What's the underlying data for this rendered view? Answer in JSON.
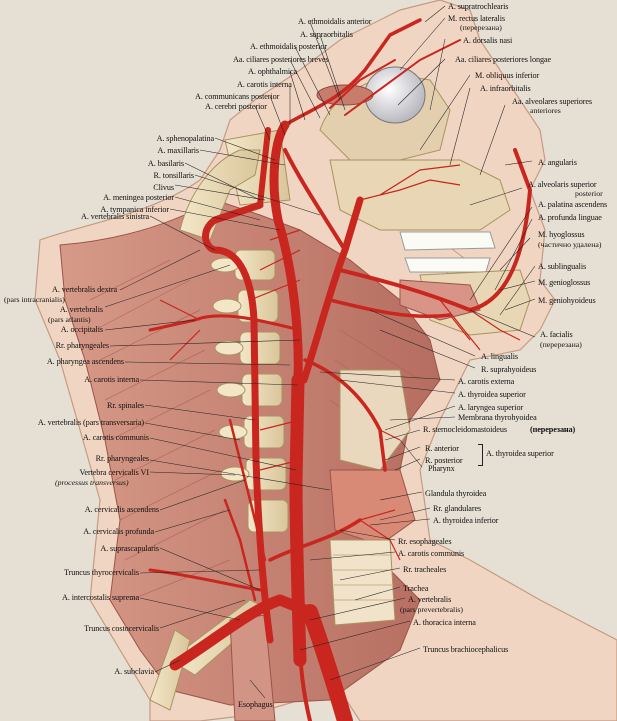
{
  "colors": {
    "artery": "#c8261e",
    "artery_dark": "#8e1510",
    "muscle": "#c98a7a",
    "muscle_dark": "#a9645a",
    "bone": "#ede0c0",
    "skin": "#f1d9c7",
    "leader": "#222222"
  },
  "labels_right": [
    {
      "id": "supratrochlearis",
      "text": "A. supratrochlearis"
    },
    {
      "id": "rectus_lateralis",
      "text": "M. rectus lateralis"
    },
    {
      "id": "rectus_lateralis_note",
      "text": "(перерезана)"
    },
    {
      "id": "dorsalis_nasi",
      "text": "A. dorsalis nasi"
    },
    {
      "id": "ciliares_post_longae",
      "text": "Aa. ciliares posteriores longae"
    },
    {
      "id": "obliquus_inferior",
      "text": "M. obliquus inferior"
    },
    {
      "id": "infraorbitalis",
      "text": "A. infraorbitalis"
    },
    {
      "id": "alveolares_sup_ant",
      "text": "Aa. alveolares superiores"
    },
    {
      "id": "alveolares_sup_ant_2",
      "text": "anteriores"
    },
    {
      "id": "angularis",
      "text": "A. angularis"
    },
    {
      "id": "alveolaris_sup_post",
      "text": "A. alveolaris superior"
    },
    {
      "id": "alveolaris_sup_post_2",
      "text": "posterior"
    },
    {
      "id": "palatina_ascendens",
      "text": "A. palatina ascendens"
    },
    {
      "id": "profunda_linguae",
      "text": "A. profunda linguae"
    },
    {
      "id": "hyoglossus",
      "text": "M. hyoglossus"
    },
    {
      "id": "hyoglossus_note",
      "text": "(частично удалена)"
    },
    {
      "id": "sublingualis",
      "text": "A. sublingualis"
    },
    {
      "id": "genioglossus",
      "text": "M. genioglossus"
    },
    {
      "id": "geniohyoideus",
      "text": "M. geniohyoideus"
    },
    {
      "id": "facialis",
      "text": "A. facialis"
    },
    {
      "id": "facialis_note",
      "text": "(перерезана)"
    },
    {
      "id": "lingualis",
      "text": "A. lingualis"
    },
    {
      "id": "suprahyoideus",
      "text": "R. suprahyoideus"
    },
    {
      "id": "carotis_externa",
      "text": "A. carotis externa"
    },
    {
      "id": "thyroidea_superior",
      "text": "A. thyroidea superior"
    },
    {
      "id": "laryngea_superior",
      "text": "A. laryngea superior"
    },
    {
      "id": "membrana_thyrohyoidea",
      "text": "Membrana thyrohyoidea"
    },
    {
      "id": "sternocleidomastoideus",
      "text": "R. sternocleidomastoideus"
    },
    {
      "id": "sternocleidomastoideus_note",
      "text": "(перерезана)"
    },
    {
      "id": "r_anterior",
      "text": "R. anterior"
    },
    {
      "id": "r_posterior",
      "text": "R. posterior"
    },
    {
      "id": "thyroidea_sup_brace",
      "text": "A. thyroidea superior"
    },
    {
      "id": "pharynx",
      "text": "Pharynx"
    },
    {
      "id": "glandula_thyroidea",
      "text": "Glandula thyroidea"
    },
    {
      "id": "rr_glandulares",
      "text": "Rr. glandulares"
    },
    {
      "id": "thyroidea_inferior",
      "text": "A. thyroidea inferior"
    },
    {
      "id": "rr_esophageales",
      "text": "Rr. esophageales"
    },
    {
      "id": "carotis_communis_r",
      "text": "A. carotis communis"
    },
    {
      "id": "rr_tracheales",
      "text": "Rr. tracheales"
    },
    {
      "id": "trachea",
      "text": "Trachea"
    },
    {
      "id": "vertebralis_prevert",
      "text": "A. vertebralis"
    },
    {
      "id": "vertebralis_prevert_2",
      "text": "(pars prevertebralis)"
    },
    {
      "id": "thoracica_interna",
      "text": "A. thoracica interna"
    },
    {
      "id": "truncus_brachiocephalicus",
      "text": "Truncus brachiocephalicus"
    }
  ],
  "labels_top": [
    {
      "id": "ethmoidalis_anterior",
      "text": "A. ethmoidalis anterior"
    },
    {
      "id": "supraorbitalis",
      "text": "A. supraorbitalis"
    },
    {
      "id": "ethmoidalis_posterior",
      "text": "A. ethmoidalis posterior"
    },
    {
      "id": "ciliares_post_breves",
      "text": "Aa. ciliares posteriores breves"
    },
    {
      "id": "ophthalmica",
      "text": "A. ophthalmica"
    },
    {
      "id": "carotis_interna_top",
      "text": "A. carotis interna"
    },
    {
      "id": "communicans_posterior",
      "text": "A. communicans posterior"
    },
    {
      "id": "cerebri_posterior",
      "text": "A. cerebri posterior"
    }
  ],
  "labels_left": [
    {
      "id": "sphenopalatina",
      "text": "A. sphenopalatina"
    },
    {
      "id": "maxillaris",
      "text": "A. maxillaris"
    },
    {
      "id": "basilaris",
      "text": "A. basilaris"
    },
    {
      "id": "tonsillaris",
      "text": "R. tonsillaris"
    },
    {
      "id": "clivus",
      "text": "Clivus"
    },
    {
      "id": "meningea_posterior",
      "text": "A. meningea  posterior"
    },
    {
      "id": "tympanica_inferior",
      "text": "A. tympanica inferior"
    },
    {
      "id": "vertebralis_sinistra",
      "text": "A. vertebralis sinistra"
    },
    {
      "id": "vertebralis_dextra",
      "text": "A. vertebralis dextra"
    },
    {
      "id": "vertebralis_dextra_2",
      "text": "(pars intracranialis)"
    },
    {
      "id": "vertebralis_atlantis",
      "text": "A. vertebralis"
    },
    {
      "id": "vertebralis_atlantis_2",
      "text": "(pars atlantis)"
    },
    {
      "id": "occipitalis",
      "text": "A. occipitalis"
    },
    {
      "id": "rr_pharyngeales_1",
      "text": "Rr. pharyngeales"
    },
    {
      "id": "pharyngea_ascendens",
      "text": "A. pharyngea ascendens"
    },
    {
      "id": "carotis_interna_left",
      "text": "A. carotis interna"
    },
    {
      "id": "rr_spinales",
      "text": "Rr. spinales"
    },
    {
      "id": "vertebralis_transv",
      "text": "A. vertebralis (pars transversaria)"
    },
    {
      "id": "carotis_communis_l",
      "text": "A. carotis communis"
    },
    {
      "id": "rr_pharyngeales_2",
      "text": "Rr. pharyngeales"
    },
    {
      "id": "vertebra_c6",
      "text": "Vertebra cervicalis VI"
    },
    {
      "id": "vertebra_c6_2",
      "text": "(processus transversus)"
    },
    {
      "id": "cervicalis_ascendens",
      "text": "A. cervicalis ascendens"
    },
    {
      "id": "cervicalis_profunda",
      "text": "A. cervicalis profunda"
    },
    {
      "id": "suprascapularis",
      "text": "A. suprascapularis"
    },
    {
      "id": "truncus_thyrocervicalis",
      "text": "Truncus thyrocervicalis"
    },
    {
      "id": "intercostalis_suprema",
      "text": "A. intercostalis suprema"
    },
    {
      "id": "truncus_costocervicalis",
      "text": "Truncus costocervicalis"
    },
    {
      "id": "subclavia",
      "text": "A. subclavia"
    },
    {
      "id": "esophagus",
      "text": "Esophagus"
    }
  ]
}
